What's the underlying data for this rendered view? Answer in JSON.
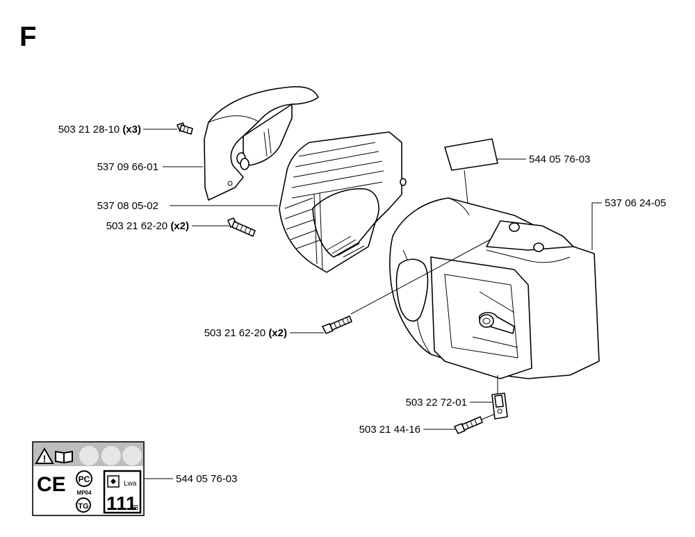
{
  "section_letter": "F",
  "callouts": [
    {
      "part": "503 21 28-10",
      "qty": "(x3)"
    },
    {
      "part": "537 09 66-01",
      "qty": ""
    },
    {
      "part": "537 08 05-02",
      "qty": ""
    },
    {
      "part": "503 21 62-20",
      "qty": "(x2)"
    },
    {
      "part": "544 05 76-03",
      "qty": ""
    },
    {
      "part": "537 06 24-05",
      "qty": ""
    },
    {
      "part": "503 21 62-20",
      "qty": "(x2)"
    },
    {
      "part": "503 22 72-01",
      "qty": ""
    },
    {
      "part": "503 21 44-16",
      "qty": ""
    },
    {
      "part": "544 05 76-03",
      "qty": ""
    }
  ],
  "label_panel": {
    "mark_code": "MP04",
    "sound_unit": "Lwa",
    "sound_value": "111",
    "sound_db": "dB",
    "icons": [
      "warning-icon",
      "manual-book-icon",
      "ce-mark-icon",
      "gost-pct-icon",
      "gost-tg-icon"
    ]
  }
}
